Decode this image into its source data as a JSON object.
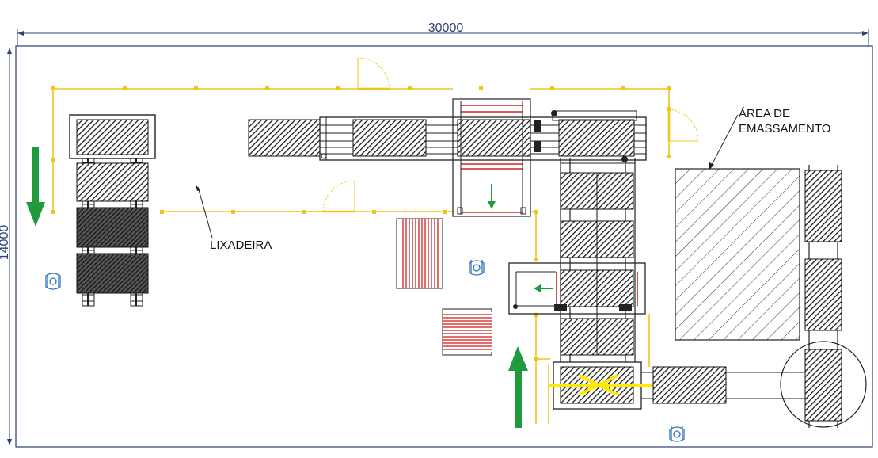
{
  "dimensions": {
    "width_label": "30000",
    "height_label": "14000"
  },
  "labels": {
    "sanding": "LIXADEIRA",
    "area_line1": "ÁREA DE",
    "area_line2": "EMASSAMENTO"
  },
  "colors": {
    "frame": "#2c3e75",
    "guard": "#f0c419",
    "hatch": "#222222",
    "red": "#d62020",
    "green": "#1f9a3c",
    "blue": "#2e6fc0",
    "yellow": "#ffea00"
  },
  "icons": {
    "operator": "operator-icon",
    "flow_arrow": "flow-arrow-icon"
  }
}
